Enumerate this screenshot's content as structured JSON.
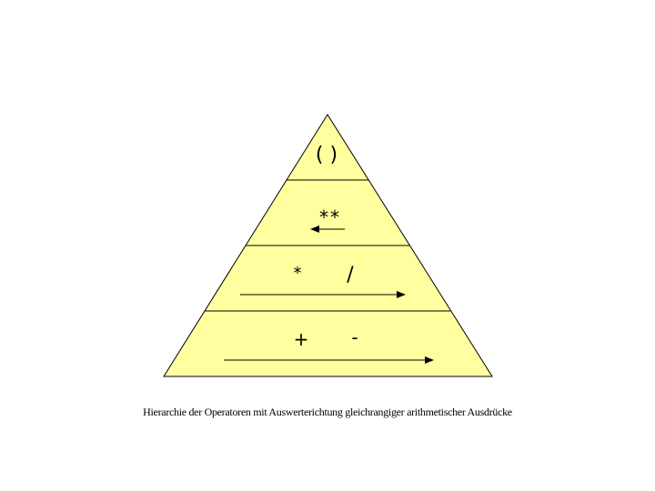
{
  "colors": {
    "pyramid_fill": "#ffffa0",
    "line": "#000000"
  },
  "levels": [
    {
      "operators": [
        "( )"
      ],
      "direction": "none"
    },
    {
      "operators": [
        "**"
      ],
      "direction": "left"
    },
    {
      "operators": [
        "*",
        "/"
      ],
      "direction": "right"
    },
    {
      "operators": [
        "+",
        "-"
      ],
      "direction": "right"
    }
  ],
  "caption": "Hierarchie der Operatoren mit Auswerterichtung gleichrangiger arithmetischer Ausdrücke"
}
